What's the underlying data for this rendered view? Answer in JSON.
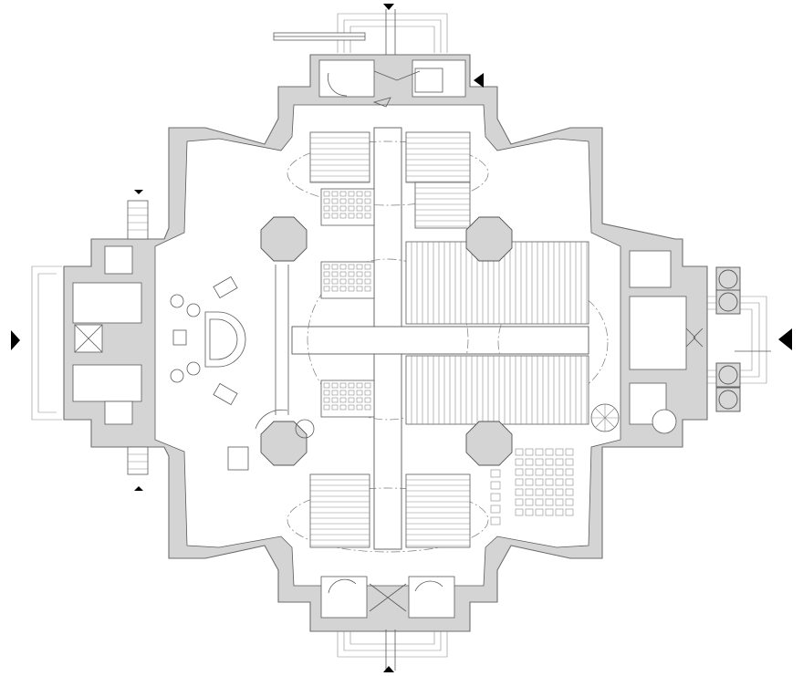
{
  "drawing": {
    "kind": "architectural floor plan",
    "colors": {
      "wall_fill": "#d4d4d4",
      "line": "#5a5a5a",
      "background": "#ffffff",
      "entrance_arrow": "#000000"
    },
    "entrance_markers": [
      {
        "side": "top",
        "icon": "arrow-down-icon"
      },
      {
        "side": "bottom",
        "icon": "arrow-up-icon"
      },
      {
        "side": "left",
        "icon": "arrow-right-icon"
      },
      {
        "side": "right",
        "icon": "arrow-left-icon"
      },
      {
        "side": "upper-right-annex",
        "icon": "arrow-left-icon"
      },
      {
        "side": "west-wing-top",
        "icon": "arrow-down-icon"
      },
      {
        "side": "west-wing-bottom",
        "icon": "arrow-up-icon"
      }
    ],
    "circular_columns_east_portico": 4,
    "octagonal_pillars": 4
  }
}
